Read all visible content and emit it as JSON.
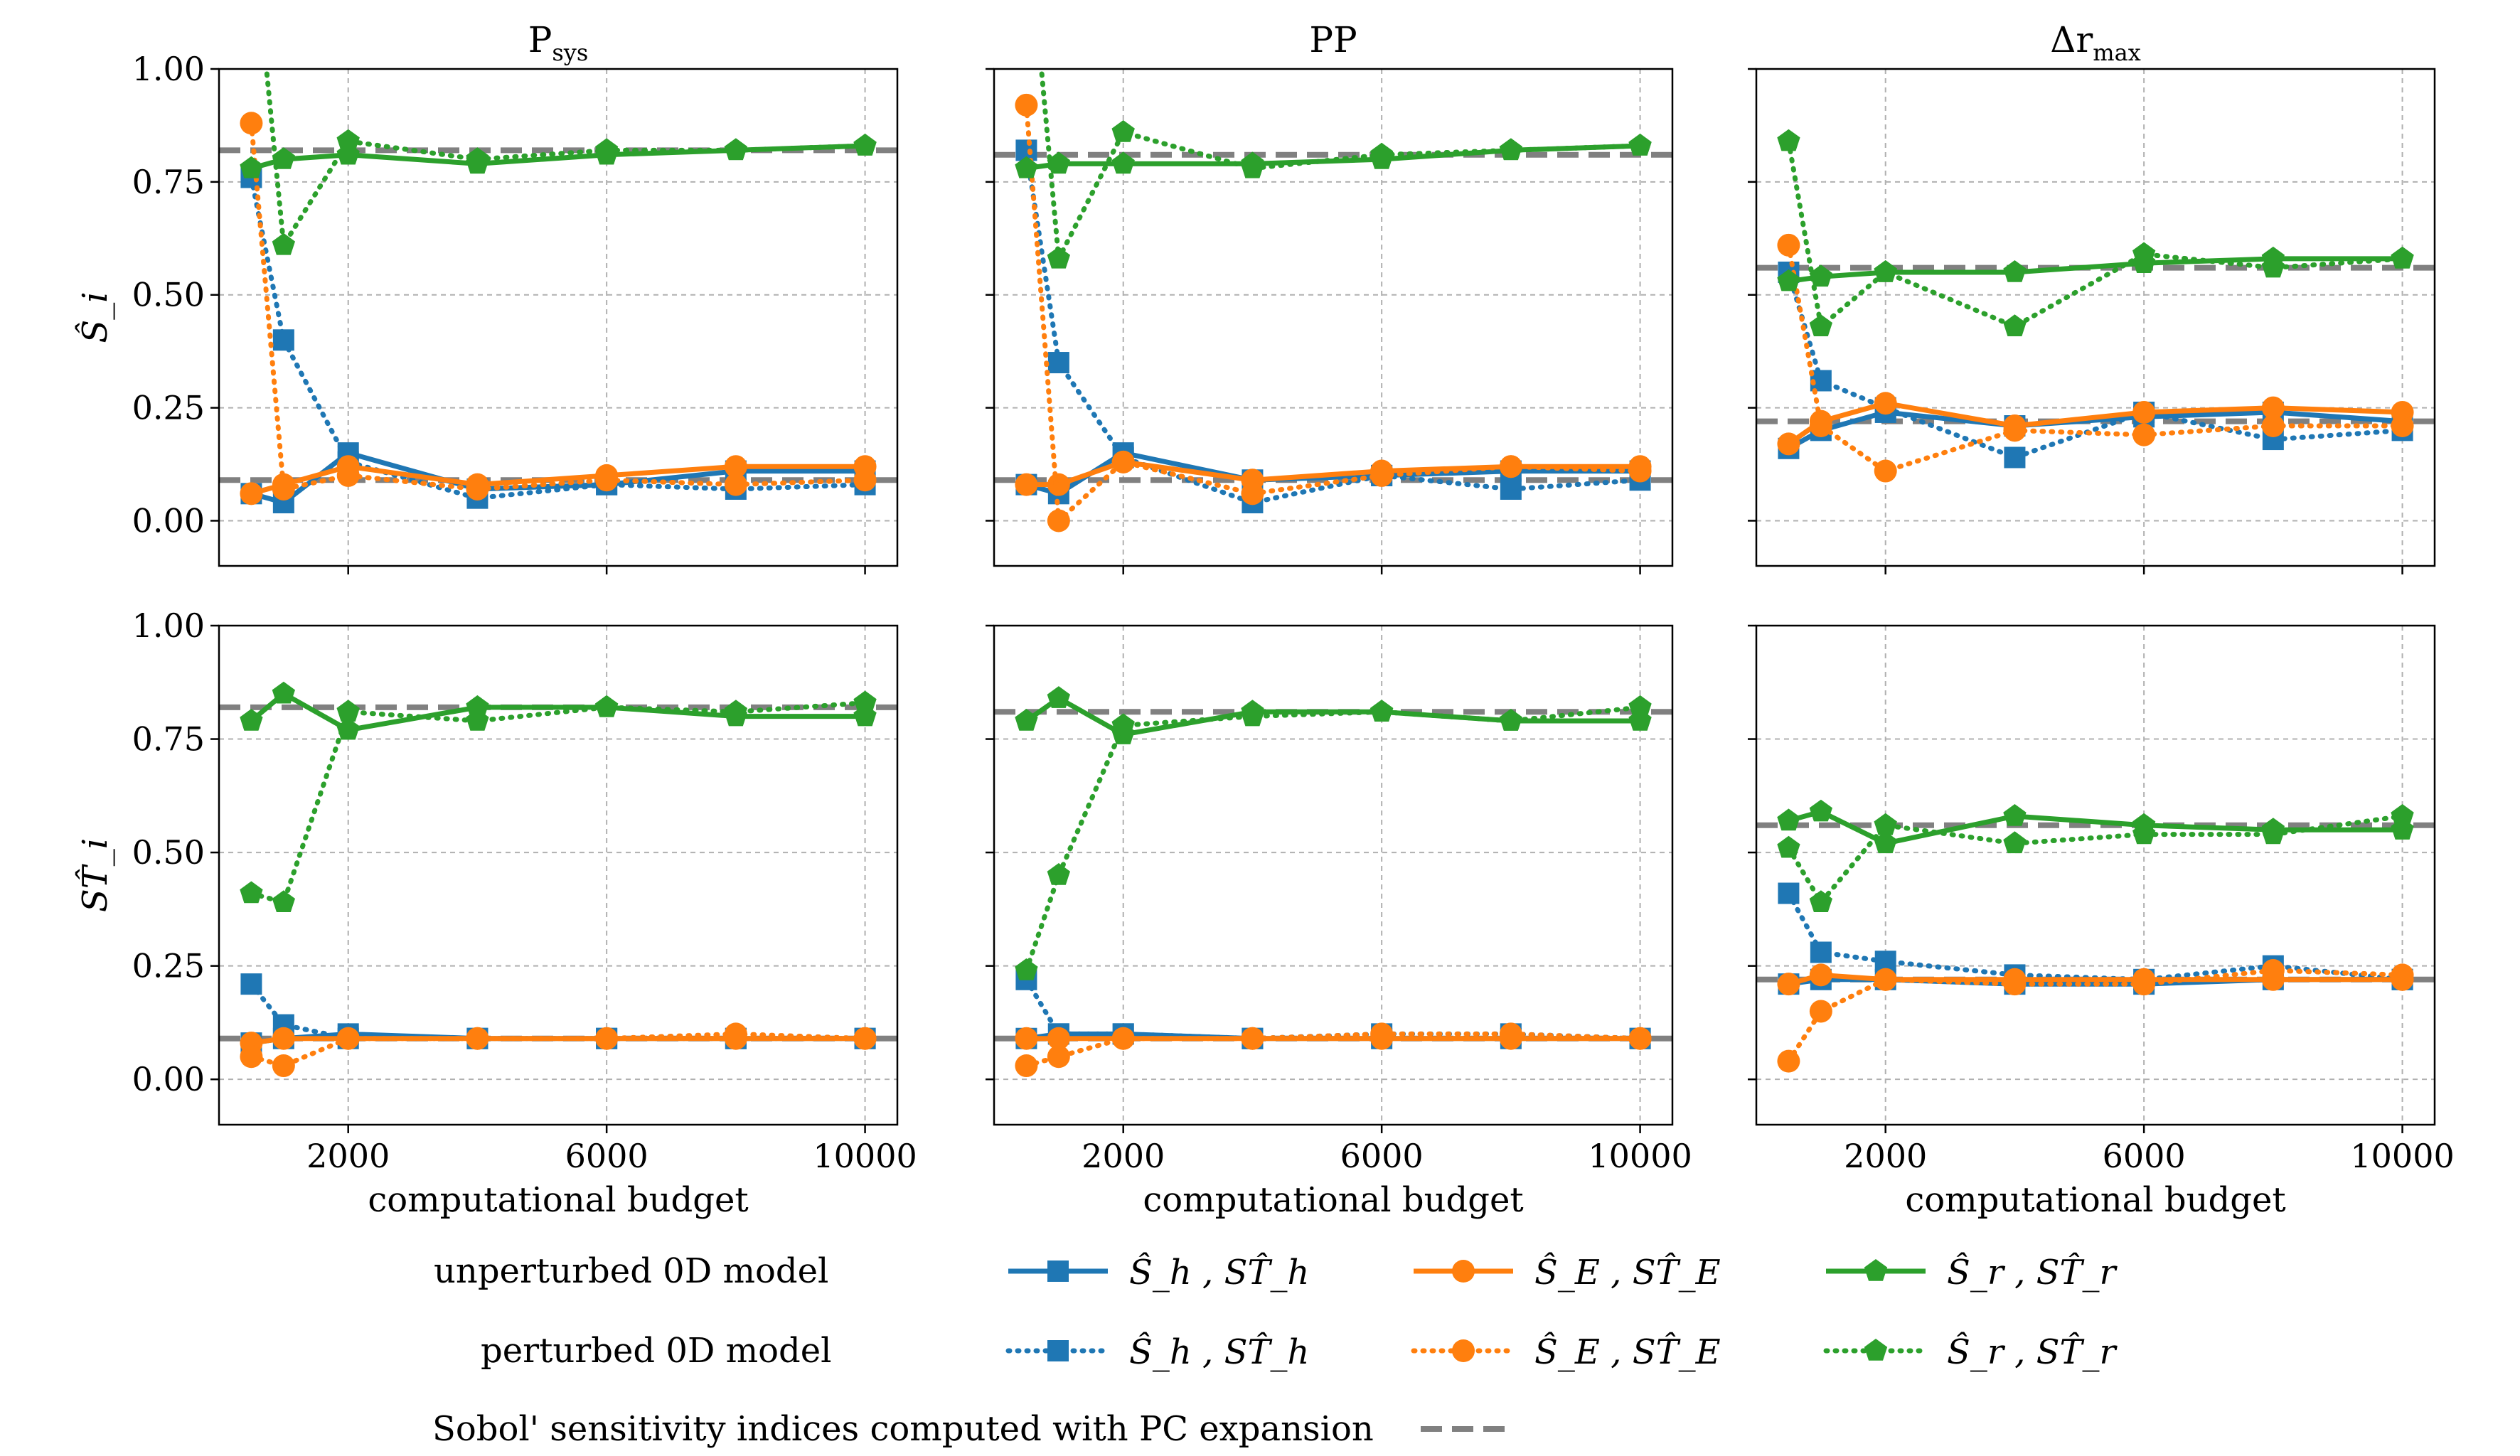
{
  "figure": {
    "legend": {
      "row_labels": [
        "unperturbed 0D model",
        "perturbed 0D model",
        "Sobol' sensitivity indices computed with PC expansion"
      ],
      "entries": [
        {
          "series": "h",
          "label": "Ŝ_h , ST̂_h",
          "color": "#1f77b4",
          "marker": "square"
        },
        {
          "series": "E",
          "label": "Ŝ_E , ST̂_E",
          "color": "#ff7f0e",
          "marker": "circle"
        },
        {
          "series": "r",
          "label": "Ŝ_r , ST̂_r",
          "color": "#2ca02c",
          "marker": "pentagon"
        }
      ],
      "pc_color": "#808080"
    },
    "colors": {
      "h": "#1f77b4",
      "E": "#ff7f0e",
      "r": "#2ca02c",
      "pc": "#808080",
      "grid": "#b0b0b0"
    }
  },
  "chart_data": [
    {
      "type": "line",
      "title": "P_sys",
      "title_main": "P",
      "title_sub": "sys",
      "xlabel": "",
      "ylabel": "Ŝ_i",
      "xlim": [
        0,
        10500
      ],
      "ylim": [
        -0.1,
        1.0
      ],
      "xticks": [
        2000,
        6000,
        10000
      ],
      "yticks": [
        "0.00",
        "0.25",
        "0.50",
        "0.75",
        "1.00"
      ],
      "grid": true,
      "pc_reference": {
        "h": 0.09,
        "E": 0.09,
        "r": 0.82
      },
      "series": [
        {
          "param": "h",
          "perturbed": false,
          "x": [
            500,
            1000,
            2000,
            4000,
            6000,
            8000,
            10000
          ],
          "values": [
            0.06,
            0.04,
            0.15,
            0.07,
            0.08,
            0.11,
            0.11
          ]
        },
        {
          "param": "h",
          "perturbed": true,
          "x": [
            500,
            1000,
            2000,
            4000,
            6000,
            8000,
            10000
          ],
          "values": [
            0.76,
            0.4,
            0.13,
            0.05,
            0.08,
            0.07,
            0.08
          ]
        },
        {
          "param": "E",
          "perturbed": false,
          "x": [
            500,
            1000,
            2000,
            4000,
            6000,
            8000,
            10000
          ],
          "values": [
            0.06,
            0.08,
            0.12,
            0.08,
            0.1,
            0.12,
            0.12
          ]
        },
        {
          "param": "E",
          "perturbed": true,
          "x": [
            500,
            1000,
            2000,
            4000,
            6000,
            8000,
            10000
          ],
          "values": [
            0.88,
            0.07,
            0.1,
            0.07,
            0.09,
            0.08,
            0.09
          ]
        },
        {
          "param": "r",
          "perturbed": false,
          "x": [
            500,
            1000,
            2000,
            4000,
            6000,
            8000,
            10000
          ],
          "values": [
            0.78,
            0.8,
            0.81,
            0.79,
            0.81,
            0.82,
            0.83
          ]
        },
        {
          "param": "r",
          "perturbed": true,
          "x": [
            700,
            1000,
            2000,
            4000,
            6000,
            8000,
            10000
          ],
          "values": [
            1.05,
            0.61,
            0.84,
            0.8,
            0.82,
            0.82,
            0.83
          ]
        }
      ]
    },
    {
      "type": "line",
      "title": "PP",
      "title_main": "PP",
      "title_sub": "",
      "xlabel": "",
      "ylabel": "",
      "xlim": [
        0,
        10500
      ],
      "ylim": [
        -0.1,
        1.0
      ],
      "xticks": [
        2000,
        6000,
        10000
      ],
      "yticks": [
        "0.00",
        "0.25",
        "0.50",
        "0.75",
        "1.00"
      ],
      "grid": true,
      "pc_reference": {
        "h": 0.09,
        "E": 0.09,
        "r": 0.81
      },
      "series": [
        {
          "param": "h",
          "perturbed": false,
          "x": [
            500,
            1000,
            2000,
            4000,
            6000,
            8000,
            10000
          ],
          "values": [
            0.08,
            0.06,
            0.15,
            0.09,
            0.1,
            0.11,
            0.11
          ]
        },
        {
          "param": "h",
          "perturbed": true,
          "x": [
            500,
            1000,
            2000,
            4000,
            6000,
            8000,
            10000
          ],
          "values": [
            0.82,
            0.35,
            0.14,
            0.04,
            0.1,
            0.07,
            0.09
          ]
        },
        {
          "param": "E",
          "perturbed": false,
          "x": [
            500,
            1000,
            2000,
            4000,
            6000,
            8000,
            10000
          ],
          "values": [
            0.08,
            0.08,
            0.13,
            0.09,
            0.11,
            0.12,
            0.12
          ]
        },
        {
          "param": "E",
          "perturbed": true,
          "x": [
            500,
            1000,
            2000,
            4000,
            6000,
            8000,
            10000
          ],
          "values": [
            0.92,
            0.0,
            0.13,
            0.06,
            0.1,
            0.12,
            0.11
          ]
        },
        {
          "param": "r",
          "perturbed": false,
          "x": [
            500,
            1000,
            2000,
            4000,
            6000,
            8000,
            10000
          ],
          "values": [
            0.78,
            0.79,
            0.79,
            0.79,
            0.8,
            0.82,
            0.83
          ]
        },
        {
          "param": "r",
          "perturbed": true,
          "x": [
            700,
            1000,
            2000,
            4000,
            6000,
            8000,
            10000
          ],
          "values": [
            1.05,
            0.58,
            0.86,
            0.78,
            0.81,
            0.82,
            0.83
          ]
        }
      ]
    },
    {
      "type": "line",
      "title": "Δr_max",
      "title_main": "Δr",
      "title_sub": "max",
      "xlabel": "",
      "ylabel": "",
      "xlim": [
        0,
        10500
      ],
      "ylim": [
        -0.1,
        1.0
      ],
      "xticks": [
        2000,
        6000,
        10000
      ],
      "yticks": [
        "0.00",
        "0.25",
        "0.50",
        "0.75",
        "1.00"
      ],
      "grid": true,
      "pc_reference": {
        "h": 0.22,
        "E": 0.22,
        "r": 0.56
      },
      "series": [
        {
          "param": "h",
          "perturbed": false,
          "x": [
            500,
            1000,
            2000,
            4000,
            6000,
            8000,
            10000
          ],
          "values": [
            0.16,
            0.2,
            0.24,
            0.21,
            0.23,
            0.24,
            0.22
          ]
        },
        {
          "param": "h",
          "perturbed": true,
          "x": [
            500,
            1000,
            2000,
            4000,
            6000,
            8000,
            10000
          ],
          "values": [
            0.55,
            0.31,
            0.25,
            0.14,
            0.24,
            0.18,
            0.2
          ]
        },
        {
          "param": "E",
          "perturbed": false,
          "x": [
            500,
            1000,
            2000,
            4000,
            6000,
            8000,
            10000
          ],
          "values": [
            0.17,
            0.22,
            0.26,
            0.21,
            0.24,
            0.25,
            0.24
          ]
        },
        {
          "param": "E",
          "perturbed": true,
          "x": [
            500,
            1000,
            2000,
            4000,
            6000,
            8000,
            10000
          ],
          "values": [
            0.61,
            0.21,
            0.11,
            0.2,
            0.19,
            0.21,
            0.21
          ]
        },
        {
          "param": "r",
          "perturbed": false,
          "x": [
            500,
            1000,
            2000,
            4000,
            6000,
            8000,
            10000
          ],
          "values": [
            0.53,
            0.54,
            0.55,
            0.55,
            0.57,
            0.58,
            0.58
          ]
        },
        {
          "param": "r",
          "perturbed": true,
          "x": [
            500,
            1000,
            2000,
            4000,
            6000,
            8000,
            10000
          ],
          "values": [
            0.84,
            0.43,
            0.55,
            0.43,
            0.59,
            0.56,
            0.58
          ]
        }
      ]
    },
    {
      "type": "line",
      "title": "",
      "xlabel": "computational budget",
      "ylabel": "ST̂_i",
      "xlim": [
        0,
        10500
      ],
      "ylim": [
        -0.1,
        1.0
      ],
      "xticks": [
        2000,
        6000,
        10000
      ],
      "yticks": [
        "0.00",
        "0.25",
        "0.50",
        "0.75",
        "1.00"
      ],
      "grid": true,
      "pc_reference": {
        "h": 0.09,
        "E": 0.09,
        "r": 0.82
      },
      "series": [
        {
          "param": "h",
          "perturbed": false,
          "x": [
            500,
            1000,
            2000,
            4000,
            6000,
            8000,
            10000
          ],
          "values": [
            0.08,
            0.09,
            0.1,
            0.09,
            0.09,
            0.09,
            0.09
          ]
        },
        {
          "param": "h",
          "perturbed": true,
          "x": [
            500,
            1000,
            2000,
            4000,
            6000,
            8000,
            10000
          ],
          "values": [
            0.21,
            0.12,
            0.09,
            0.09,
            0.09,
            0.09,
            0.09
          ]
        },
        {
          "param": "E",
          "perturbed": false,
          "x": [
            500,
            1000,
            2000,
            4000,
            6000,
            8000,
            10000
          ],
          "values": [
            0.08,
            0.09,
            0.09,
            0.09,
            0.09,
            0.09,
            0.09
          ]
        },
        {
          "param": "E",
          "perturbed": true,
          "x": [
            500,
            1000,
            2000,
            4000,
            6000,
            8000,
            10000
          ],
          "values": [
            0.05,
            0.03,
            0.09,
            0.09,
            0.09,
            0.1,
            0.09
          ]
        },
        {
          "param": "r",
          "perturbed": false,
          "x": [
            500,
            1000,
            2000,
            4000,
            6000,
            8000,
            10000
          ],
          "values": [
            0.79,
            0.85,
            0.77,
            0.82,
            0.82,
            0.8,
            0.8
          ]
        },
        {
          "param": "r",
          "perturbed": true,
          "x": [
            500,
            1000,
            2000,
            4000,
            6000,
            8000,
            10000
          ],
          "values": [
            0.41,
            0.39,
            0.81,
            0.79,
            0.82,
            0.81,
            0.83
          ]
        }
      ]
    },
    {
      "type": "line",
      "title": "",
      "xlabel": "computational budget",
      "ylabel": "",
      "xlim": [
        0,
        10500
      ],
      "ylim": [
        -0.1,
        1.0
      ],
      "xticks": [
        2000,
        6000,
        10000
      ],
      "yticks": [
        "0.00",
        "0.25",
        "0.50",
        "0.75",
        "1.00"
      ],
      "grid": true,
      "pc_reference": {
        "h": 0.09,
        "E": 0.09,
        "r": 0.81
      },
      "series": [
        {
          "param": "h",
          "perturbed": false,
          "x": [
            500,
            1000,
            2000,
            4000,
            6000,
            8000,
            10000
          ],
          "values": [
            0.09,
            0.1,
            0.1,
            0.09,
            0.09,
            0.09,
            0.09
          ]
        },
        {
          "param": "h",
          "perturbed": true,
          "x": [
            500,
            1000,
            2000,
            4000,
            6000,
            8000,
            10000
          ],
          "values": [
            0.22,
            0.1,
            0.1,
            0.09,
            0.1,
            0.1,
            0.09
          ]
        },
        {
          "param": "E",
          "perturbed": false,
          "x": [
            500,
            1000,
            2000,
            4000,
            6000,
            8000,
            10000
          ],
          "values": [
            0.09,
            0.09,
            0.09,
            0.09,
            0.09,
            0.09,
            0.09
          ]
        },
        {
          "param": "E",
          "perturbed": true,
          "x": [
            500,
            1000,
            2000,
            4000,
            6000,
            8000,
            10000
          ],
          "values": [
            0.03,
            0.05,
            0.09,
            0.09,
            0.1,
            0.1,
            0.09
          ]
        },
        {
          "param": "r",
          "perturbed": false,
          "x": [
            500,
            1000,
            2000,
            4000,
            6000,
            8000,
            10000
          ],
          "values": [
            0.79,
            0.84,
            0.76,
            0.81,
            0.81,
            0.79,
            0.79
          ]
        },
        {
          "param": "r",
          "perturbed": true,
          "x": [
            500,
            1000,
            2000,
            4000,
            6000,
            8000,
            10000
          ],
          "values": [
            0.24,
            0.45,
            0.78,
            0.8,
            0.81,
            0.79,
            0.82
          ]
        }
      ]
    },
    {
      "type": "line",
      "title": "",
      "xlabel": "computational budget",
      "ylabel": "",
      "xlim": [
        0,
        10500
      ],
      "ylim": [
        -0.1,
        1.0
      ],
      "xticks": [
        2000,
        6000,
        10000
      ],
      "yticks": [
        "0.00",
        "0.25",
        "0.50",
        "0.75",
        "1.00"
      ],
      "grid": true,
      "pc_reference": {
        "h": 0.22,
        "E": 0.22,
        "r": 0.56
      },
      "series": [
        {
          "param": "h",
          "perturbed": false,
          "x": [
            500,
            1000,
            2000,
            4000,
            6000,
            8000,
            10000
          ],
          "values": [
            0.21,
            0.22,
            0.22,
            0.21,
            0.21,
            0.22,
            0.22
          ]
        },
        {
          "param": "h",
          "perturbed": true,
          "x": [
            500,
            1000,
            2000,
            4000,
            6000,
            8000,
            10000
          ],
          "values": [
            0.41,
            0.28,
            0.26,
            0.23,
            0.22,
            0.25,
            0.22
          ]
        },
        {
          "param": "E",
          "perturbed": false,
          "x": [
            500,
            1000,
            2000,
            4000,
            6000,
            8000,
            10000
          ],
          "values": [
            0.21,
            0.23,
            0.22,
            0.22,
            0.22,
            0.22,
            0.22
          ]
        },
        {
          "param": "E",
          "perturbed": true,
          "x": [
            500,
            1000,
            2000,
            4000,
            6000,
            8000,
            10000
          ],
          "values": [
            0.04,
            0.15,
            0.22,
            0.21,
            0.21,
            0.24,
            0.23
          ]
        },
        {
          "param": "r",
          "perturbed": false,
          "x": [
            500,
            1000,
            2000,
            4000,
            6000,
            8000,
            10000
          ],
          "values": [
            0.57,
            0.59,
            0.52,
            0.58,
            0.56,
            0.55,
            0.55
          ]
        },
        {
          "param": "r",
          "perturbed": true,
          "x": [
            500,
            1000,
            2000,
            4000,
            6000,
            8000,
            10000
          ],
          "values": [
            0.51,
            0.39,
            0.56,
            0.52,
            0.54,
            0.54,
            0.58
          ]
        }
      ]
    }
  ]
}
